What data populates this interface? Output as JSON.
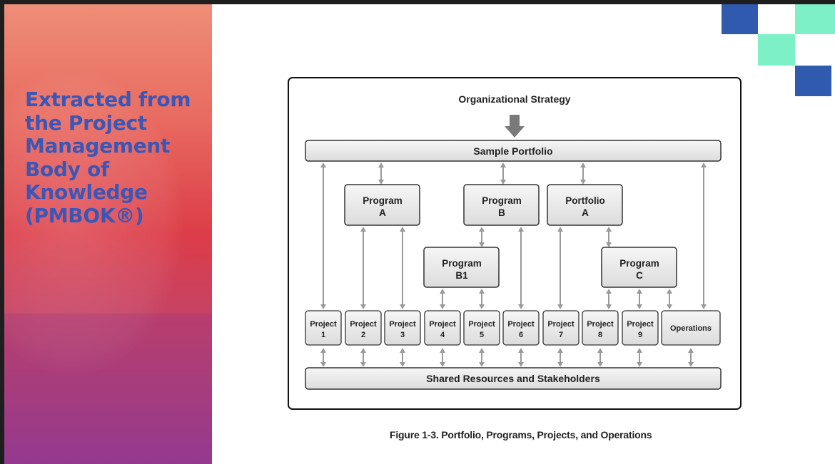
{
  "sidebar": {
    "title": "Extracted from\nthe Project\nManagement\nBody of\nKnowledge\n(PMBOK®)"
  },
  "decor": {
    "dark_blue": "#2f5aae",
    "mint": "#7ef0c8"
  },
  "diagram": {
    "strategy": "Organizational Strategy",
    "portfolio": "Sample Portfolio",
    "program_a": {
      "line1": "Program",
      "line2": "A"
    },
    "program_b": {
      "line1": "Program",
      "line2": "B"
    },
    "portfolio_a": {
      "line1": "Portfolio",
      "line2": "A"
    },
    "program_b1": {
      "line1": "Program",
      "line2": "B1"
    },
    "program_c": {
      "line1": "Program",
      "line2": "C"
    },
    "projects": [
      {
        "line1": "Project",
        "line2": "1"
      },
      {
        "line1": "Project",
        "line2": "2"
      },
      {
        "line1": "Project",
        "line2": "3"
      },
      {
        "line1": "Project",
        "line2": "4"
      },
      {
        "line1": "Project",
        "line2": "5"
      },
      {
        "line1": "Project",
        "line2": "6"
      },
      {
        "line1": "Project",
        "line2": "7"
      },
      {
        "line1": "Project",
        "line2": "8"
      },
      {
        "line1": "Project",
        "line2": "9"
      }
    ],
    "operations": "Operations",
    "shared": "Shared Resources and Stakeholders",
    "caption": "Figure 1-3. Portfolio, Programs, Projects, and Operations"
  }
}
